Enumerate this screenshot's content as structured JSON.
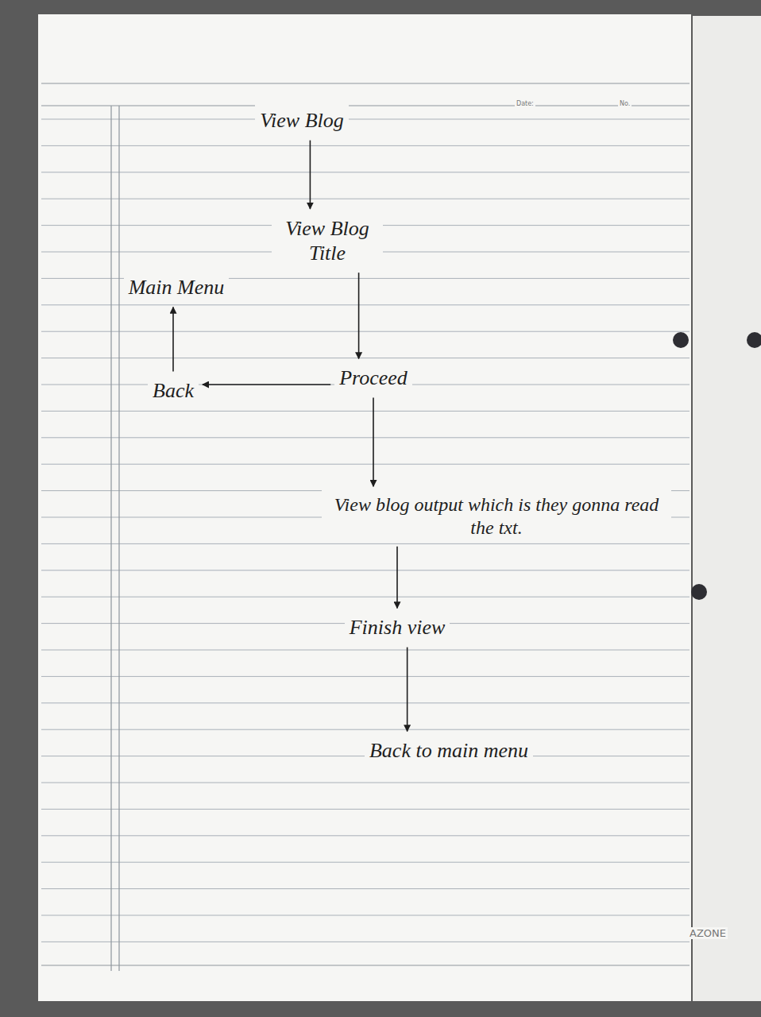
{
  "diagram": {
    "nodes": [
      {
        "text": [
          "View Blog"
        ]
      },
      {
        "text": [
          "View Blog Title"
        ]
      },
      {
        "text": [
          "Main Menu"
        ]
      },
      {
        "text": [
          "Proceed"
        ]
      },
      {
        "text": [
          "Back"
        ]
      },
      {
        "text": [
          "View blog output which is they gonna read the txt."
        ]
      },
      {
        "text": [
          "Finish view"
        ]
      },
      {
        "text": [
          "Back to main menu"
        ]
      }
    ],
    "edges": [
      {
        "from": 0,
        "to": 1,
        "arrow": "to"
      },
      {
        "from": 1,
        "to": 3,
        "arrow": "to"
      },
      {
        "from": 3,
        "to": 4,
        "arrow": "to"
      },
      {
        "from": 4,
        "to": 2,
        "arrow": "to"
      },
      {
        "from": 3,
        "to": 5,
        "arrow": "to"
      },
      {
        "from": 5,
        "to": 6,
        "arrow": "to"
      },
      {
        "from": 6,
        "to": 7,
        "arrow": "to"
      }
    ],
    "labels": [
      "Date:",
      "No.",
      "AZONE"
    ]
  }
}
